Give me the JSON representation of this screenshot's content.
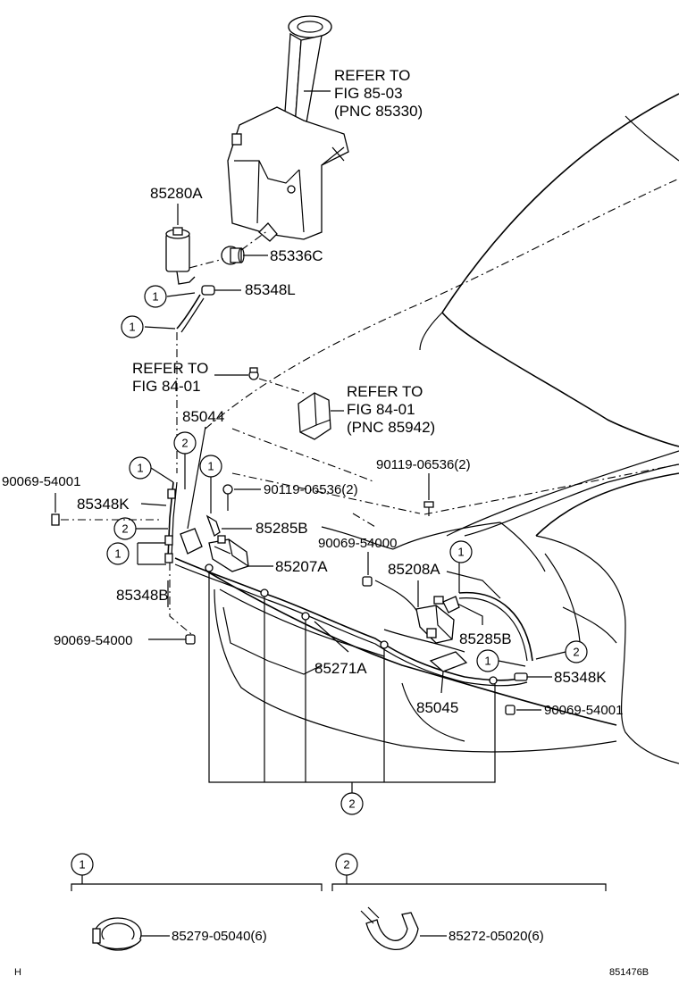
{
  "labels": {
    "refer_a_1": "REFER TO",
    "refer_a_2": "FIG  85-03",
    "refer_a_3": "(PNC 85330)",
    "p85280A": "85280A",
    "p85336C": "85336C",
    "p85348L": "85348L",
    "refer_b_1": "REFER TO",
    "refer_b_2": "FIG 84-01",
    "refer_c_1": "REFER TO",
    "refer_c_2": "FIG   84-01",
    "refer_c_3": "(PNC 85942)",
    "p85044": "85044",
    "p90069_54001_l": "90069-54001",
    "p85348K_l": "85348K",
    "p85348B": "85348B",
    "p90119_a": "90119-06536(2)",
    "p90119_b": "90119-06536(2)",
    "p85285B_a": "85285B",
    "p85207A": "85207A",
    "p90069_54000_m": "90069-54000",
    "p85208A": "85208A",
    "p85285B_b": "85285B",
    "p90069_54000_l": "90069-54000",
    "p85271A": "85271A",
    "p85348K_r": "85348K",
    "p85045": "85045",
    "p90069_54001_r": "90069-54001",
    "p85279": "85279-05040(6)",
    "p85272": "85272-05020(6)",
    "corner_left": "H",
    "corner_right": "851476B"
  },
  "callouts": {
    "one": "1",
    "two": "2"
  }
}
